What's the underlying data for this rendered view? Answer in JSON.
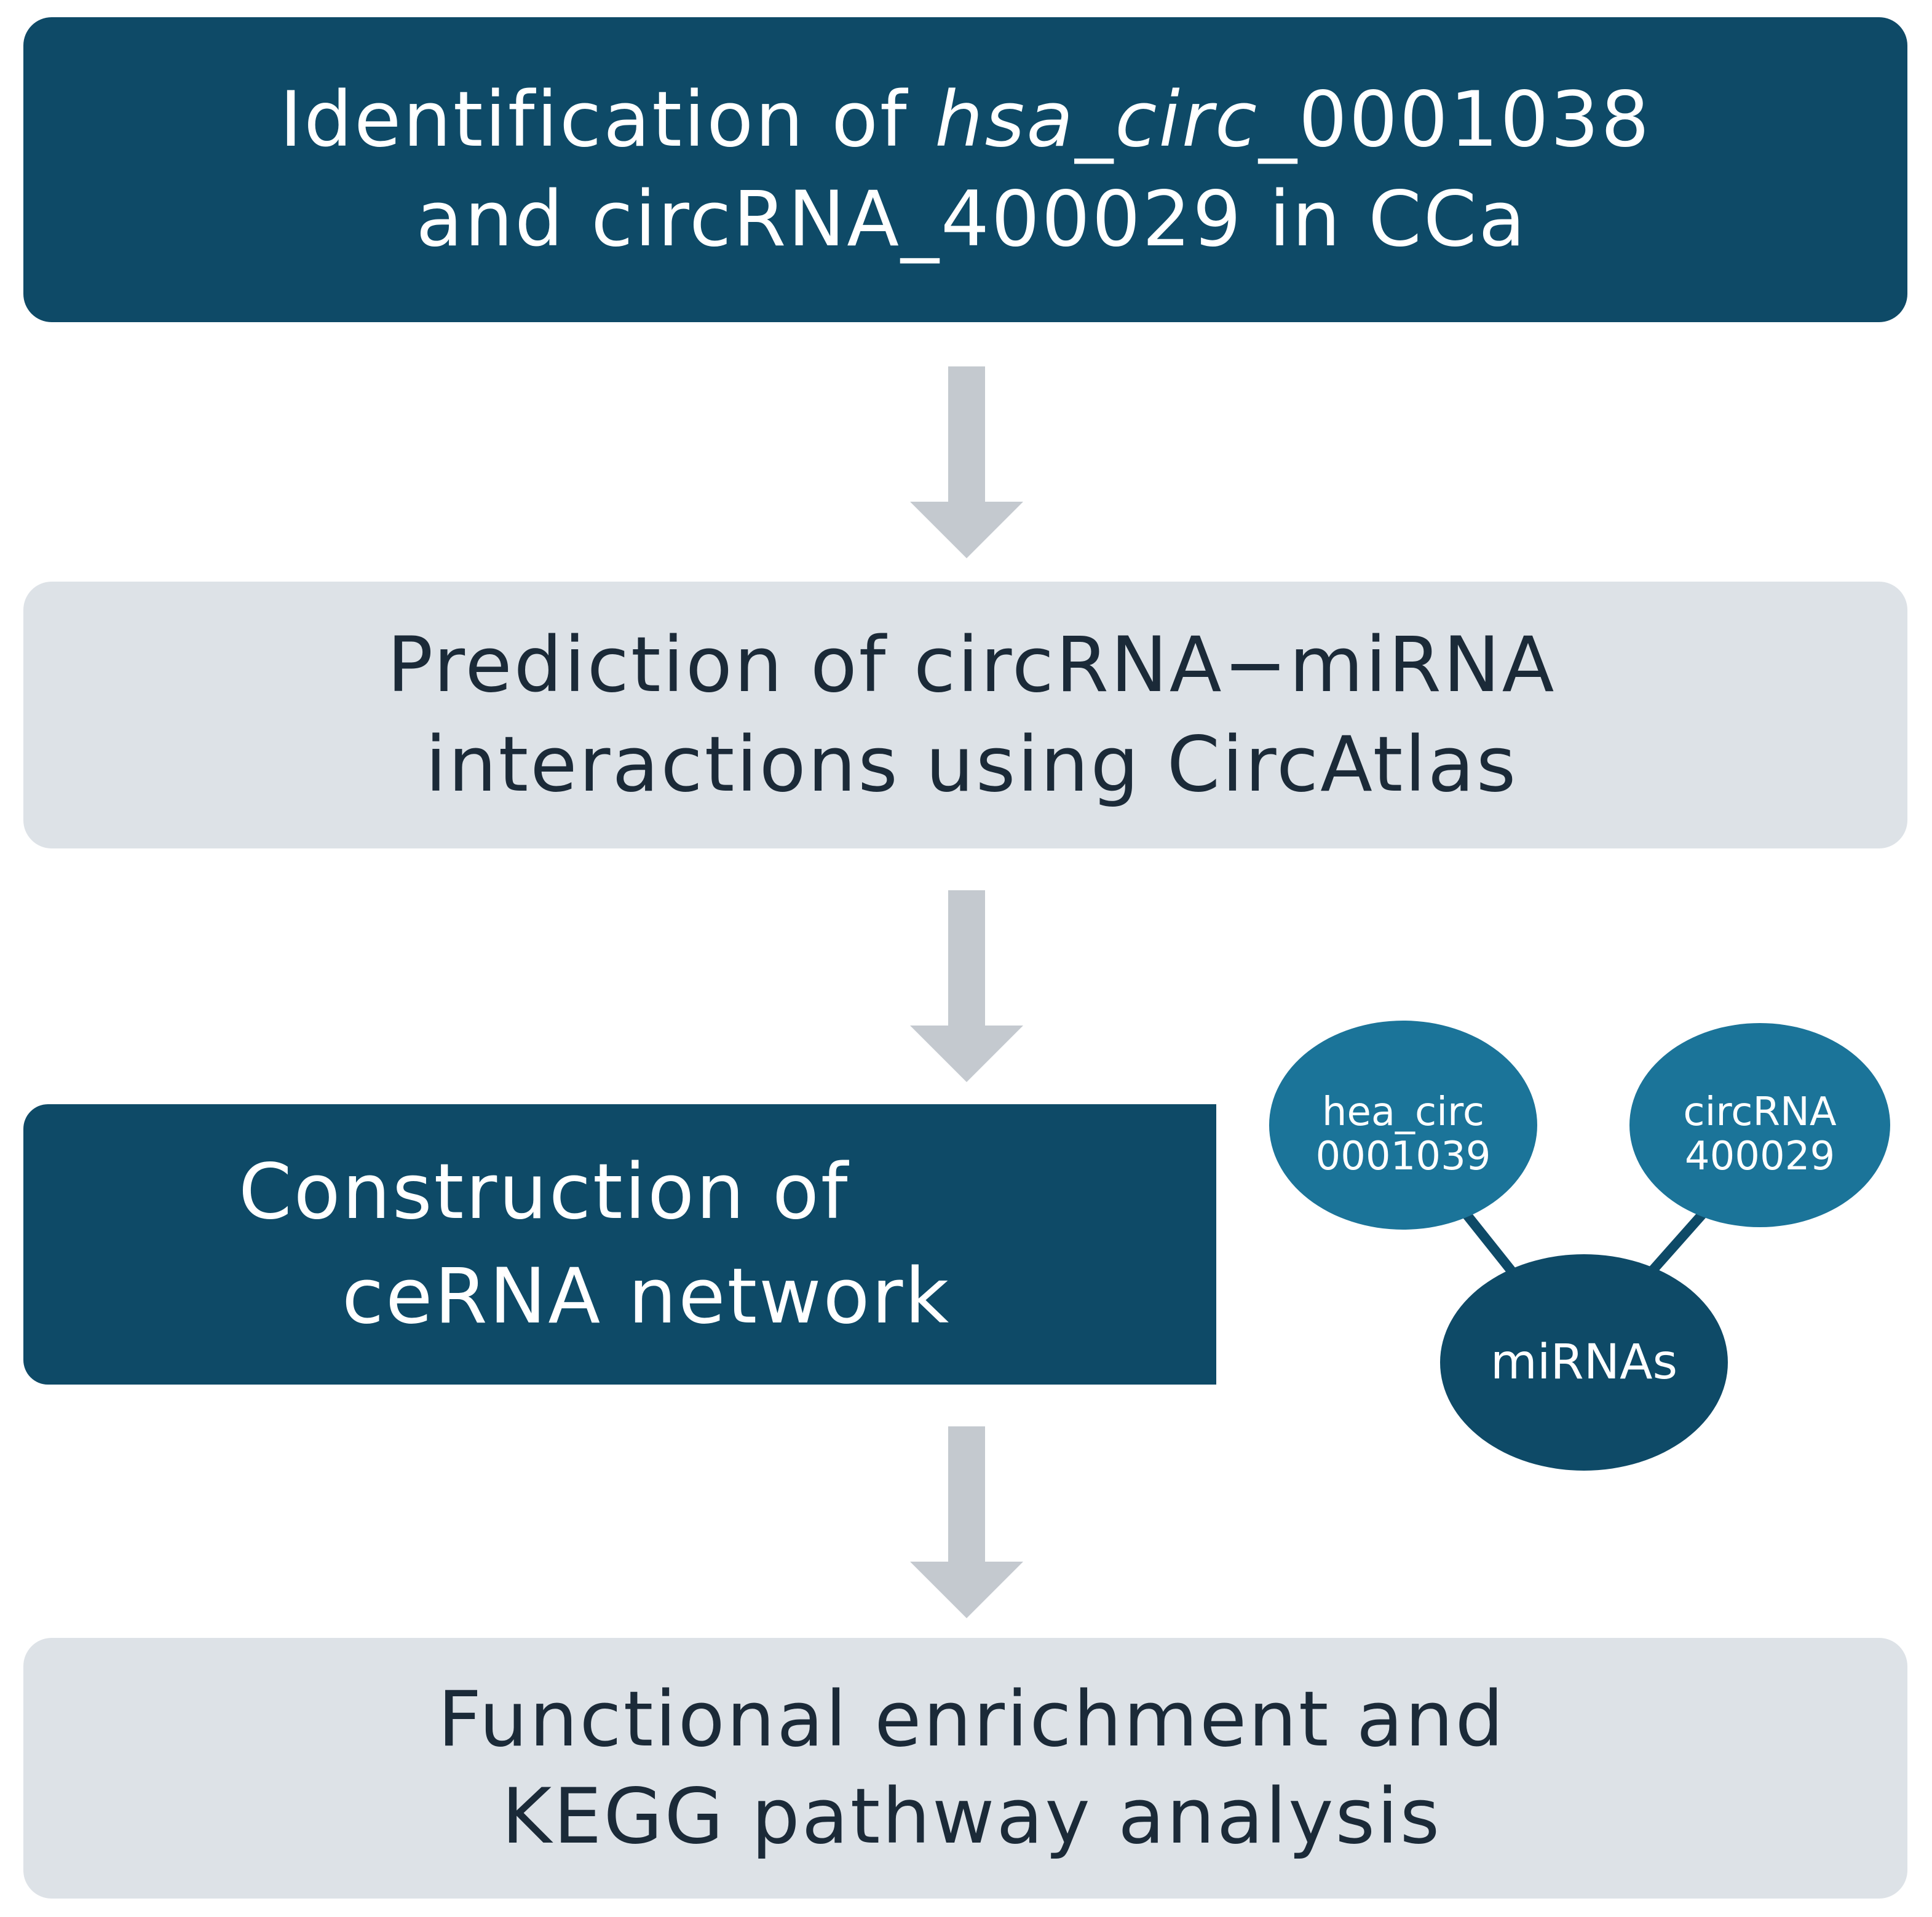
{
  "steps": {
    "step1": {
      "line1_pre": "Identification of ",
      "line1_italic": "hsa_circ",
      "line1_post": "_0001038",
      "line2": "and circRNA_400029 in CCa"
    },
    "step2": {
      "line1": "Prediction of circRNA−miRNA",
      "line2": "interactions using CircAtlas"
    },
    "step3": {
      "line1": "Construction of",
      "line2": "ceRNA network"
    },
    "step4": {
      "line1": "Functional enrichment and",
      "line2": "KEGG pathway analysis"
    }
  },
  "network": {
    "node_left": {
      "line1": "hea_circ",
      "line2": "0001039"
    },
    "node_right": {
      "line1": "circRNA",
      "line2": "400029"
    },
    "node_center": {
      "label": "miRNAs"
    }
  },
  "colors": {
    "dark_box": "#0e4a67",
    "light_box": "#dde2e7",
    "node_blue": "#1b7499",
    "arrow_gray": "#c4c9cf",
    "text_dark": "#1b2a38"
  }
}
